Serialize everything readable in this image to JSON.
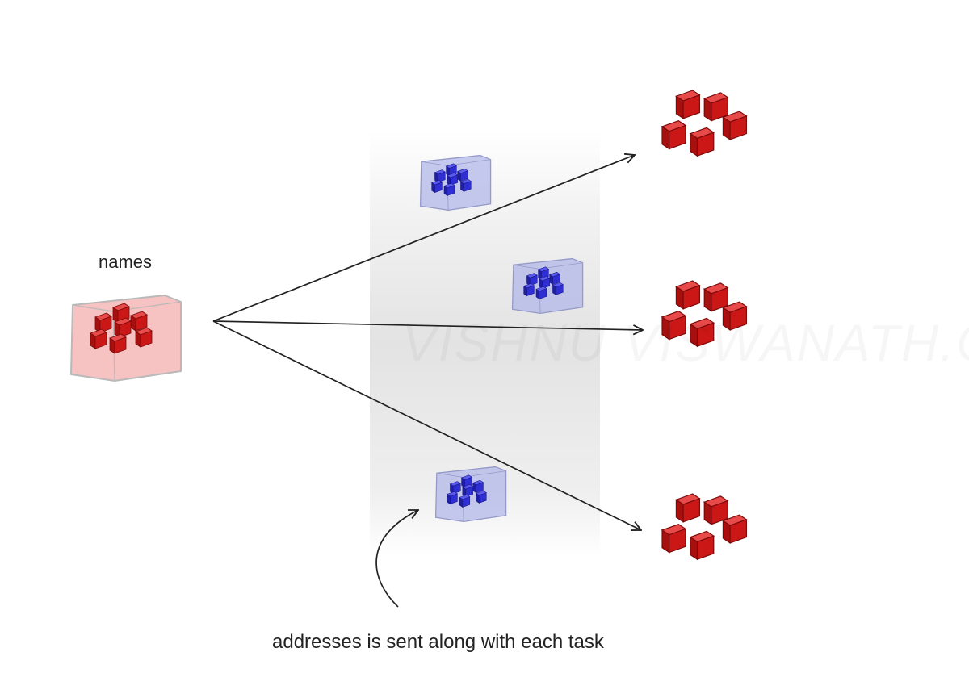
{
  "labels": {
    "source": "names",
    "caption": "addresses is sent along with each task",
    "watermark": "VISHNU VISWANATH.CO"
  },
  "colors": {
    "red_cube": "#d11a1a",
    "red_container": "#f0a9a9",
    "blue_cube": "#2e2ed4",
    "blue_container": "#b4b8e8",
    "band": "#e6e6e6",
    "arrow": "#222222"
  },
  "icons": {
    "source": "red-cube-cluster-in-container-icon",
    "broadcast": "blue-cube-cluster-in-container-icon",
    "target": "red-cube-cluster-icon"
  }
}
